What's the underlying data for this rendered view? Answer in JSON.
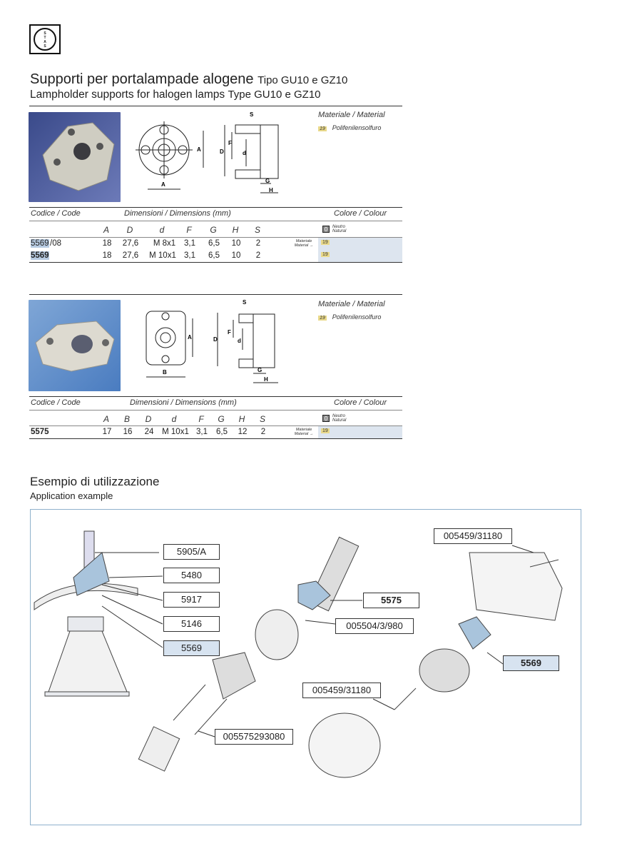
{
  "logo": {
    "text": "STAS"
  },
  "title": {
    "it": "Supporti per portalampade alogene",
    "it_type": "Tipo GU10 e GZ10",
    "en": "Lampholder supports for halogen lamps",
    "en_type": "Type GU10 e GZ10"
  },
  "section1": {
    "material_header": "Materiale / Material",
    "material_code": "19",
    "material_name": "Polifenilensolfuro",
    "dim_labels": [
      "S",
      "F",
      "D",
      "d",
      "A",
      "A",
      "G",
      "H"
    ],
    "table": {
      "code_header": "Codice / Code",
      "dim_header": "Dimensioni / Dimensions (mm)",
      "colour_header": "Colore / Colour",
      "columns": [
        "A",
        "D",
        "d",
        "F",
        "G",
        "H",
        "S"
      ],
      "colour_code": "0",
      "colour_name_it": "Neutro",
      "colour_name_en": "Natural",
      "material_arrow": "Materiale Material →",
      "rows": [
        {
          "code_base": "5569",
          "code_suffix": "/08",
          "values": [
            "18",
            "27,6",
            "M 8x1",
            "3,1",
            "6,5",
            "10",
            "2"
          ],
          "material": "19"
        },
        {
          "code_base": "5569",
          "code_suffix": "",
          "values": [
            "18",
            "27,6",
            "M 10x1",
            "3,1",
            "6,5",
            "10",
            "2"
          ],
          "material": "19"
        }
      ]
    }
  },
  "section2": {
    "material_header": "Materiale / Material",
    "material_code": "19",
    "material_name": "Polifenilensolfuro",
    "dim_labels": [
      "S",
      "F",
      "D",
      "d",
      "A",
      "B",
      "G",
      "H"
    ],
    "table": {
      "code_header": "Codice / Code",
      "dim_header": "Dimensioni / Dimensions (mm)",
      "colour_header": "Colore / Colour",
      "columns": [
        "A",
        "B",
        "D",
        "d",
        "F",
        "G",
        "H",
        "S"
      ],
      "colour_code": "0",
      "colour_name_it": "Neutro",
      "colour_name_en": "Natural",
      "material_arrow": "Materiale Material →",
      "rows": [
        {
          "code": "5575",
          "values": [
            "17",
            "16",
            "24",
            "M 10x1",
            "3,1",
            "6,5",
            "12",
            "2"
          ],
          "material": "19"
        }
      ]
    }
  },
  "application": {
    "title": "Esempio di utilizzazione",
    "subtitle": "Application example",
    "labels": [
      "5905/A",
      "5480",
      "5917",
      "5146",
      "5569",
      "005459/31180",
      "5575",
      "005504/3/980",
      "5569",
      "005459/31180",
      "005575293080"
    ]
  }
}
